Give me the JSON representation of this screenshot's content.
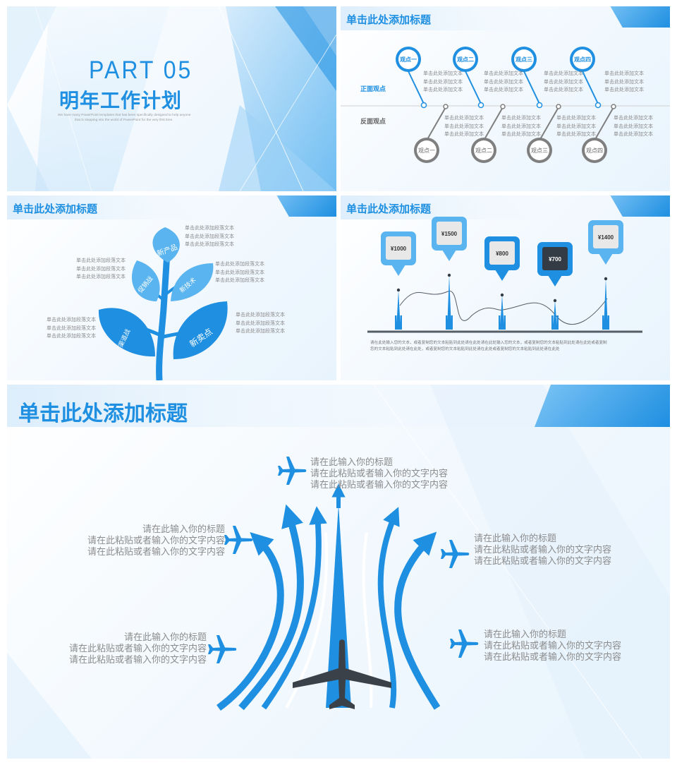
{
  "colors": {
    "primary": "#1e8fe1",
    "light": "#5ab4f0",
    "gray": "#8a8a8a",
    "dark": "#333c44"
  },
  "s1": {
    "part": "PART 05",
    "title": "明年工作计划",
    "desc1": "We have many PowerPoint templates that has been specifically designed to help anyone",
    "desc2": "that is stepping into the world of PowerPoint for the very first time."
  },
  "s2": {
    "title": "单击此处添加标题",
    "positive_label": "正面观点",
    "negative_label": "反面观点",
    "top_pins": [
      "观点一",
      "观点二",
      "观点三",
      "观点四"
    ],
    "bottom_pins": [
      "观点一",
      "观点二",
      "观点三",
      "观点四"
    ],
    "line": "单击此处添加文本"
  },
  "s3": {
    "title": "单击此处添加标题",
    "leaves": [
      "新产品",
      "促销战",
      "新技术",
      "渠道战",
      "新卖点"
    ],
    "line": "单击此处添加段落文本"
  },
  "s4": {
    "title": "单击此处添加标题",
    "prices": [
      "¥1000",
      "¥1500",
      "¥800",
      "¥700",
      "¥1400"
    ],
    "body1": "请在此处输入您的文本，或者复制您的文本粘贴到此处请在此处请在此处输入您的文本，或者复制您的文本粘贴到此处请在此处或者复制",
    "body2": "您的文本粘贴到此处请在此处，或者复制您的文本粘贴到此处请在此处或者复制您的文本粘贴到此处请在此处"
  },
  "s5": {
    "title": "单击此处添加标题",
    "item_title": "请在此输入你的标题",
    "item_body": "请在此粘贴或者输入你的文字内容"
  },
  "icons": {
    "plane": "airplane-icon",
    "pin": "map-pin-icon",
    "leaf": "leaf-icon",
    "arrow": "arrow-icon"
  }
}
